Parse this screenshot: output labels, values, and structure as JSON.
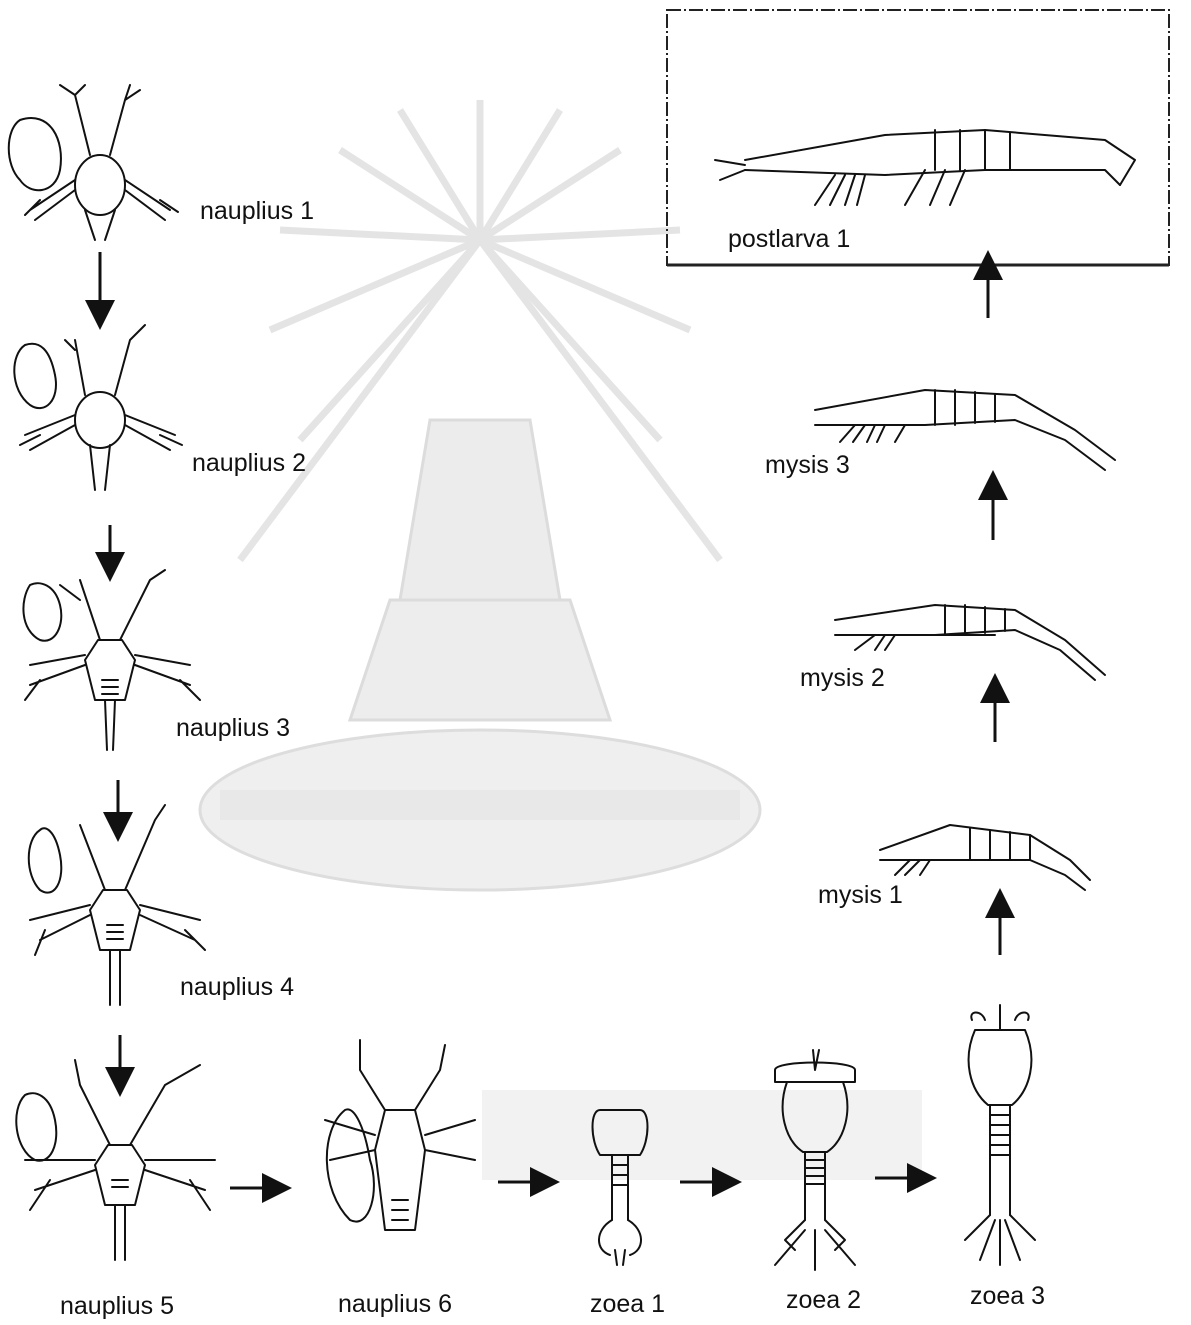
{
  "stages": {
    "nauplius_1": "nauplius 1",
    "nauplius_2": "nauplius 2",
    "nauplius_3": "nauplius 3",
    "nauplius_4": "nauplius 4",
    "nauplius_5": "nauplius 5",
    "nauplius_6": "nauplius 6",
    "zoea_1": "zoea 1",
    "zoea_2": "zoea 2",
    "zoea_3": "zoea 3",
    "mysis_1": "mysis 1",
    "mysis_2": "mysis 2",
    "mysis_3": "mysis 3",
    "postlarva_1": "postlarva 1"
  },
  "colors": {
    "ink": "#111111",
    "watermark": "#d9d9d9"
  }
}
